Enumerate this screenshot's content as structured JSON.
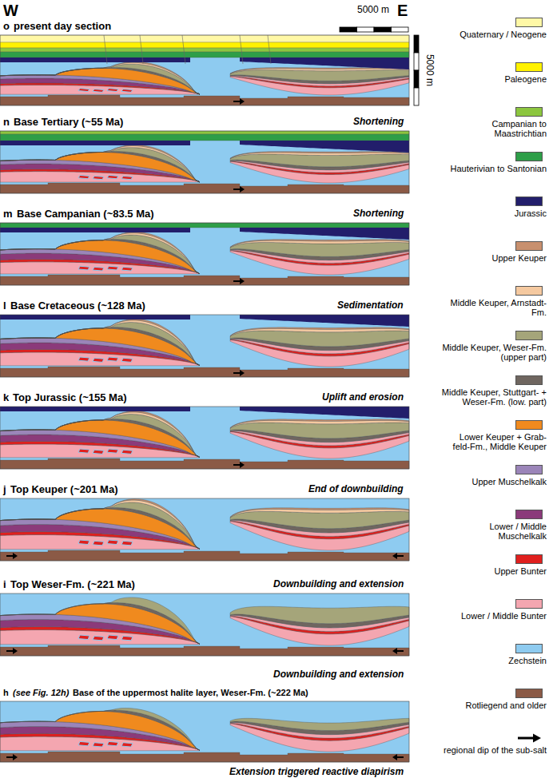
{
  "diagram": {
    "labels": [
      "W",
      "E",
      "o",
      "present day section",
      "5000 m",
      "5000 m",
      "n",
      "Base Tertiary (~55 Ma)",
      "Shortening",
      "m",
      "Base Campanian (~83.5 Ma)",
      "Shortening",
      "l",
      "Base Cretaceous (~128 Ma)",
      "Sedimentation",
      "k",
      "Top Jurassic (~155 Ma)",
      "Uplift and erosion",
      "j",
      "Top Keuper (~201 Ma)",
      "End of downbuilding",
      "i",
      "Top Weser-Fm. (~221 Ma)",
      "Downbuilding and extension",
      "Downbuilding and extension",
      "h",
      "(see Fig. 12h)",
      "Base of the uppermost halite layer, Weser-Fm. (~222 Ma)",
      "Extension triggered reactive diapirism"
    ],
    "legend": [
      {
        "text": "Quaternary / Neogene",
        "color": "#fff8a6"
      },
      {
        "text": "Paleogene",
        "color": "#fff200"
      },
      {
        "text": "Campanian to Maastrichtian",
        "color": "#8cc63f"
      },
      {
        "text": "Hauterivian to Santonian",
        "color": "#2e9e48"
      },
      {
        "text": "Jurassic",
        "color": "#221e6b"
      },
      {
        "text": "Upper Keuper",
        "color": "#c8906e"
      },
      {
        "text": "Middle Keuper, Arnstadt-Fm.",
        "color": "#f5c9a0"
      },
      {
        "text": "Middle Keuper, Weser-Fm. (upper part)",
        "color": "#a5a57a"
      },
      {
        "text": "Middle Keuper, Stuttgart- + Weser-Fm. (low. part)",
        "color": "#6f6660"
      },
      {
        "text": "Lower Keuper + Grab- feld-Fm., Middle Keuper",
        "color": "#f08a1e"
      },
      {
        "text": "Upper Muschelkalk",
        "color": "#9b85b9"
      },
      {
        "text": "Lower / Middle Muschelkalk",
        "color": "#8b3a7a"
      },
      {
        "text": "Upper Bunter",
        "color": "#e0201e"
      },
      {
        "text": "Lower / Middle Bunter",
        "color": "#f4a6b0"
      },
      {
        "text": "Zechstein",
        "color": "#8ecbf0"
      },
      {
        "text": "Rotliegend and older",
        "color": "#8b5a46"
      },
      {
        "text": "regional dip of the sub-salt"
      }
    ]
  }
}
